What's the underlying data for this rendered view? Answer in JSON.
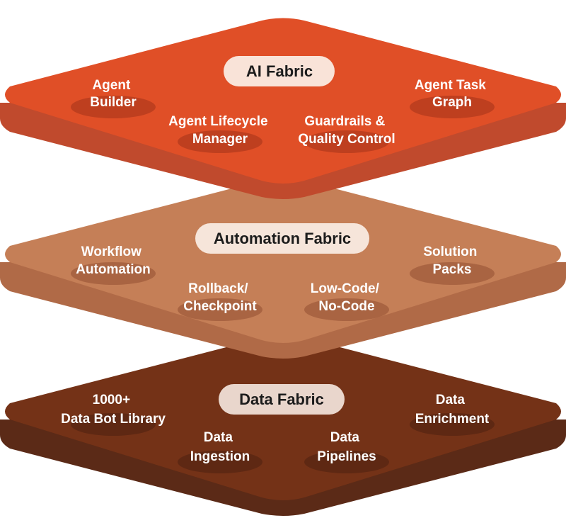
{
  "layers": [
    {
      "title": "Data Fabric",
      "colors": {
        "top": "#743217",
        "side": "#5b2a17",
        "spot": "#5e2813",
        "pill": "#e9d6cc"
      },
      "components": [
        {
          "lines": [
            "1000+",
            "Data Bot Library"
          ]
        },
        {
          "lines": [
            "Data",
            "Ingestion"
          ]
        },
        {
          "lines": [
            "Data",
            "Pipelines"
          ]
        },
        {
          "lines": [
            "Data",
            "Enrichment"
          ]
        }
      ]
    },
    {
      "title": "Automation Fabric",
      "colors": {
        "top": "#c57f57",
        "side": "#b06a47",
        "spot": "#a96442",
        "pill": "#f6e5da"
      },
      "components": [
        {
          "lines": [
            "Workflow",
            "Automation"
          ]
        },
        {
          "lines": [
            "Rollback/",
            "Checkpoint"
          ]
        },
        {
          "lines": [
            "Low-Code/",
            "No-Code"
          ]
        },
        {
          "lines": [
            "Solution",
            "Packs"
          ]
        }
      ]
    },
    {
      "title": "AI Fabric",
      "colors": {
        "top": "#e04f27",
        "side": "#c04a2d",
        "spot": "#be3f1f",
        "pill": "#f9e3d8"
      },
      "components": [
        {
          "lines": [
            "Agent",
            "Builder"
          ]
        },
        {
          "lines": [
            "Agent Lifecycle",
            "Manager"
          ]
        },
        {
          "lines": [
            "Guardrails &",
            "Quality Control"
          ]
        },
        {
          "lines": [
            "Agent Task",
            "Graph"
          ]
        }
      ]
    }
  ]
}
